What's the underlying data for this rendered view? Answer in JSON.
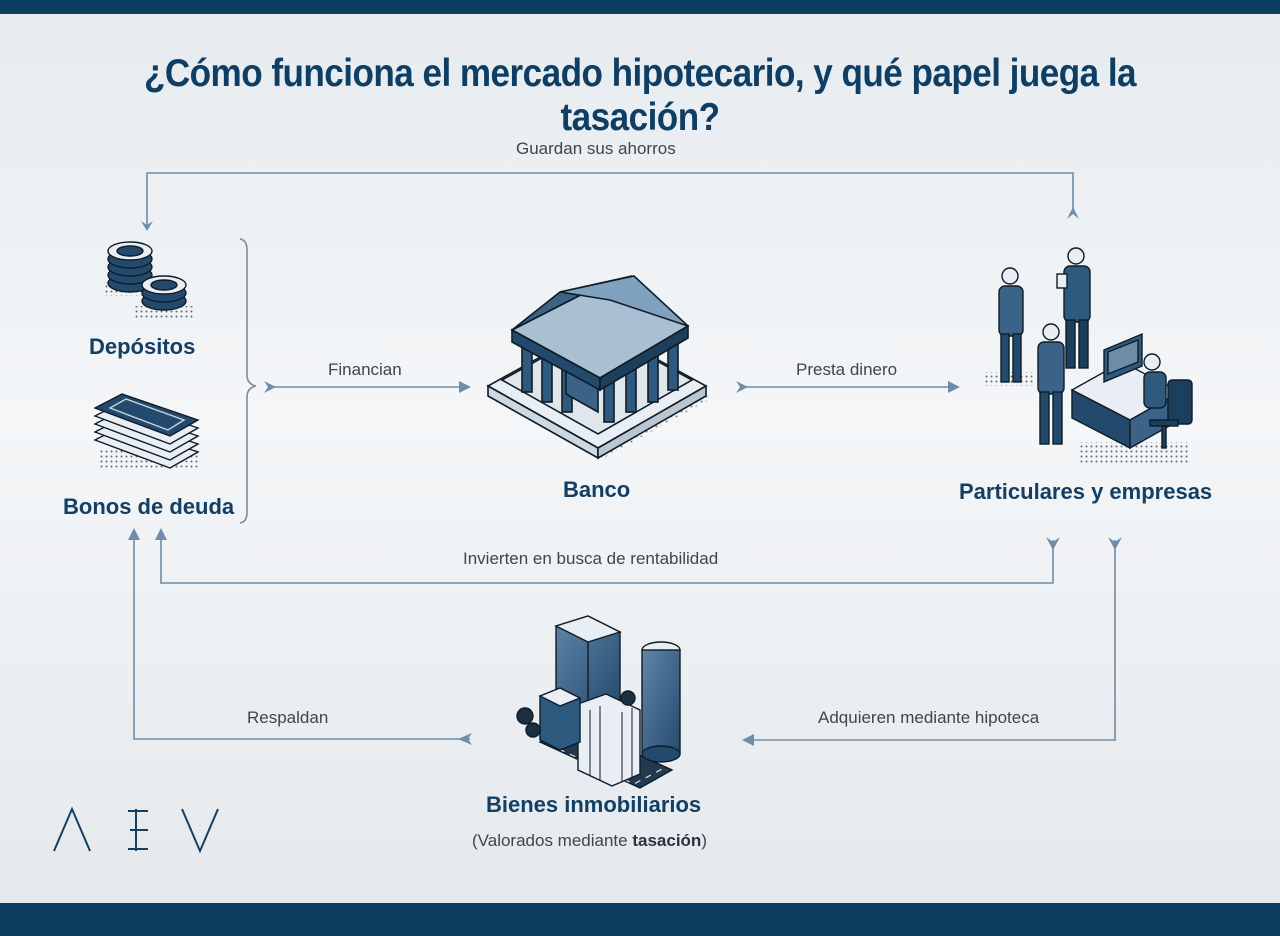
{
  "title": "¿Cómo funciona el mercado hipotecario, y qué papel juega la tasación?",
  "nodes": {
    "depositos": "Depósitos",
    "bonos": "Bonos de deuda",
    "banco": "Banco",
    "particulares": "Particulares y empresas",
    "bienes": "Bienes inmobiliarios",
    "bienes_note_prefix": "(Valorados mediante ",
    "bienes_note_bold": "tasación",
    "bienes_note_suffix": ")"
  },
  "flows": {
    "guardan": "Guardan sus ahorros",
    "financian": "Financian",
    "presta": "Presta dinero",
    "invierten": "Invierten en busca de rentabilidad",
    "respaldan": "Respaldan",
    "adquieren": "Adquieren mediante hipoteca"
  },
  "logo": "AEV",
  "colors": {
    "brand": "#0c3c60",
    "line": "#6f8da6",
    "text_dark": "#123f63"
  },
  "icons": [
    "coin-stack-icon",
    "bond-stack-icon",
    "bank-icon",
    "office-people-icon",
    "buildings-icon"
  ]
}
